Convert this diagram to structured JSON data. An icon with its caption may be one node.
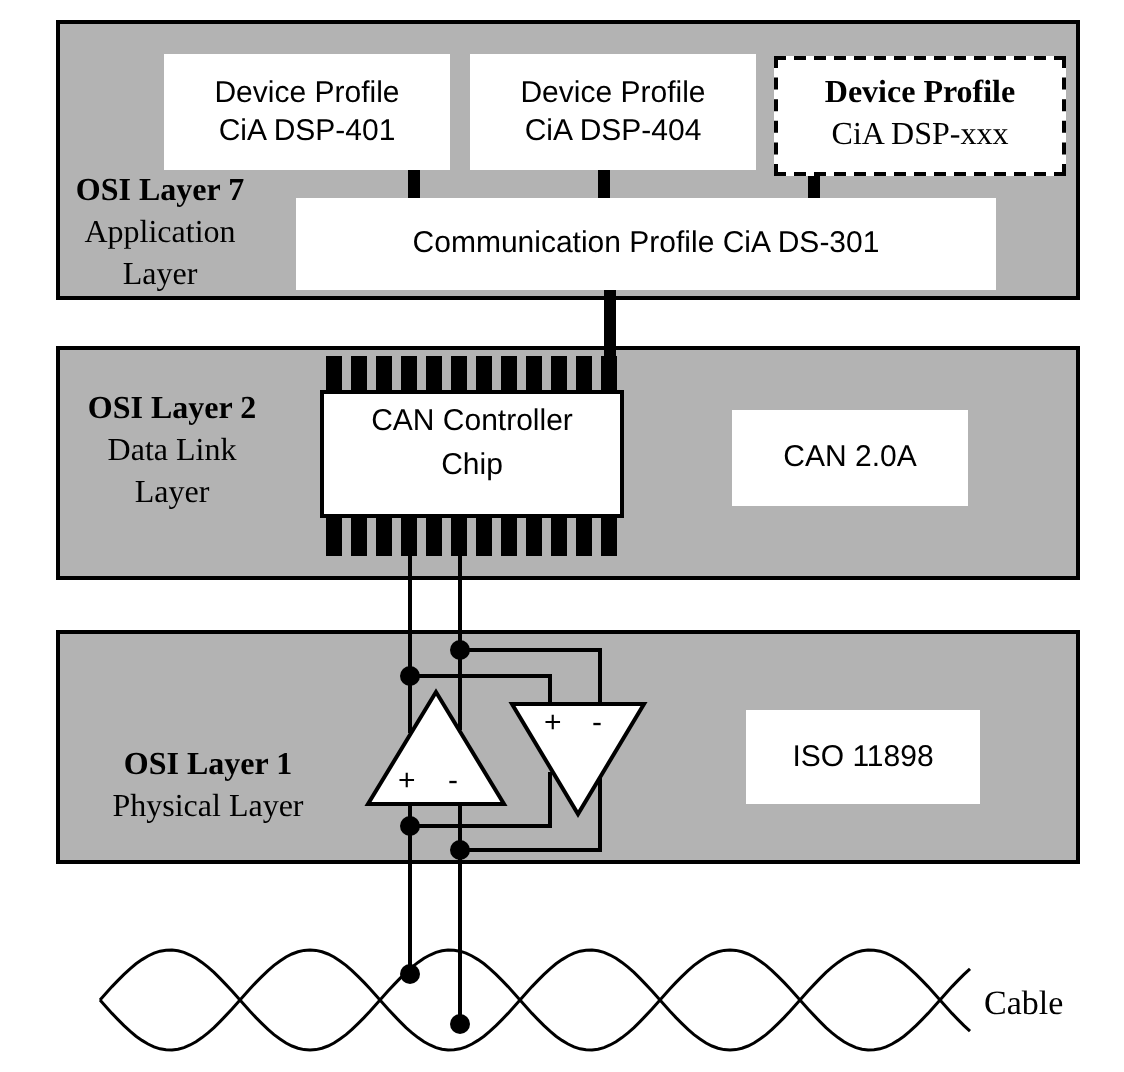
{
  "diagram": {
    "nodes": [
      {
        "text": [
          "OSI Layer 7",
          "Application Layer"
        ]
      },
      {
        "text": [
          "Device Profile",
          "CiA DSP-401"
        ],
        "in": 0
      },
      {
        "text": [
          "Device Profile",
          "CiA DSP-404"
        ],
        "in": 0
      },
      {
        "text": [
          "Device Profile",
          "CiA DSP-xxx"
        ],
        "in": 0
      },
      {
        "text": [
          "Communication Profile CiA DS-301"
        ],
        "in": 0
      },
      {
        "text": [
          "OSI Layer 2",
          "Data Link Layer"
        ]
      },
      {
        "text": [
          "CAN Controller Chip"
        ],
        "in": 5
      },
      {
        "text": [
          "CAN 2.0A"
        ],
        "in": 5
      },
      {
        "text": [
          "OSI Layer 1",
          "Physical Layer"
        ]
      },
      {
        "text": [
          "+",
          "-"
        ],
        "in": 8
      },
      {
        "text": [
          "+",
          "-"
        ],
        "in": 8
      },
      {
        "text": [
          "ISO 11898"
        ],
        "in": 8
      },
      {
        "text": [
          "Cable"
        ]
      }
    ],
    "edges": [
      {
        "from": 1,
        "to": 4,
        "arrow": "none",
        "style": "thick"
      },
      {
        "from": 2,
        "to": 4,
        "arrow": "none",
        "style": "thick"
      },
      {
        "from": 3,
        "to": 4,
        "arrow": "none",
        "style": "thick"
      },
      {
        "from": 4,
        "to": 6,
        "arrow": "none",
        "style": "thick"
      },
      {
        "from": 6,
        "to": 9,
        "arrow": "none"
      },
      {
        "from": 6,
        "to": 9,
        "arrow": "none"
      },
      {
        "from": 9,
        "to": 12,
        "arrow": "none"
      },
      {
        "from": 9,
        "to": 12,
        "arrow": "none"
      },
      {
        "from": 6,
        "to": 10,
        "arrow": "none"
      },
      {
        "from": 6,
        "to": 10,
        "arrow": "none"
      },
      {
        "from": 10,
        "to": 12,
        "arrow": "none"
      },
      {
        "from": 10,
        "to": 12,
        "arrow": "none"
      }
    ]
  }
}
